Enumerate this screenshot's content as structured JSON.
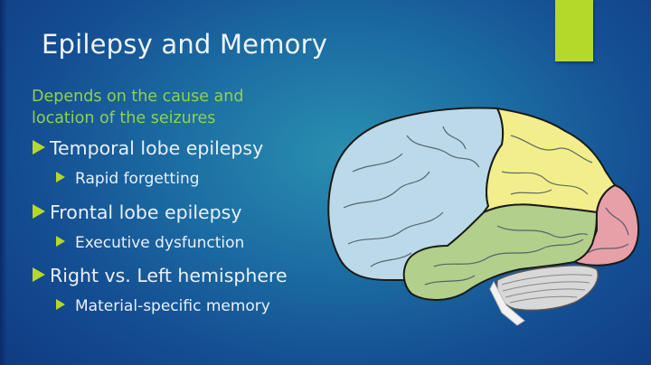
{
  "slide": {
    "title": "Epilepsy and Memory",
    "subtitle_lines": [
      "Depends on the cause and",
      "location of the seizures"
    ],
    "bullets": [
      {
        "level": 1,
        "text": "Temporal lobe epilepsy"
      },
      {
        "level": 2,
        "text": "Rapid forgetting"
      },
      {
        "level": 1,
        "text": "Frontal lobe epilepsy"
      },
      {
        "level": 2,
        "text": "Executive dysfunction"
      },
      {
        "level": 1,
        "text": "Right vs. Left hemisphere"
      },
      {
        "level": 2,
        "text": "Material-specific memory"
      }
    ],
    "bullet_icon": "triangle-right-icon",
    "illustration": "brain-lobes-diagram",
    "colors": {
      "background_light": "#2a8fb0",
      "background_dark": "#0f3a82",
      "accent": "#b4d92a",
      "title_text": "#eef4fa",
      "subtitle_text": "#8fd14f",
      "frontal_lobe": "#bcd9ea",
      "parietal_lobe": "#f3ee8c",
      "temporal_lobe": "#b3cf8c",
      "occipital_lobe": "#e8a0a8",
      "cerebellum": "#d8d8d8"
    }
  }
}
